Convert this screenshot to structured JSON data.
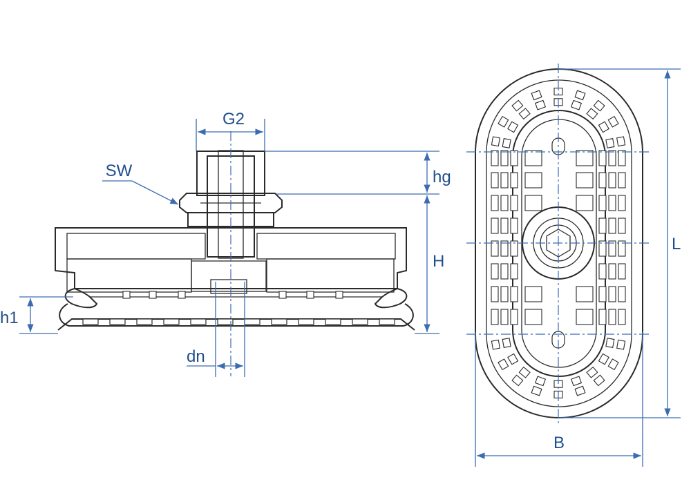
{
  "labels": {
    "g2": "G2",
    "sw": "SW",
    "hg": "hg",
    "h": "H",
    "h1": "h1",
    "dn": "dn",
    "l": "L",
    "b": "B"
  },
  "colors": {
    "dimension": "#3b6cb0",
    "dimension_text": "#1f4e8c",
    "line": "#2a2a2a"
  }
}
